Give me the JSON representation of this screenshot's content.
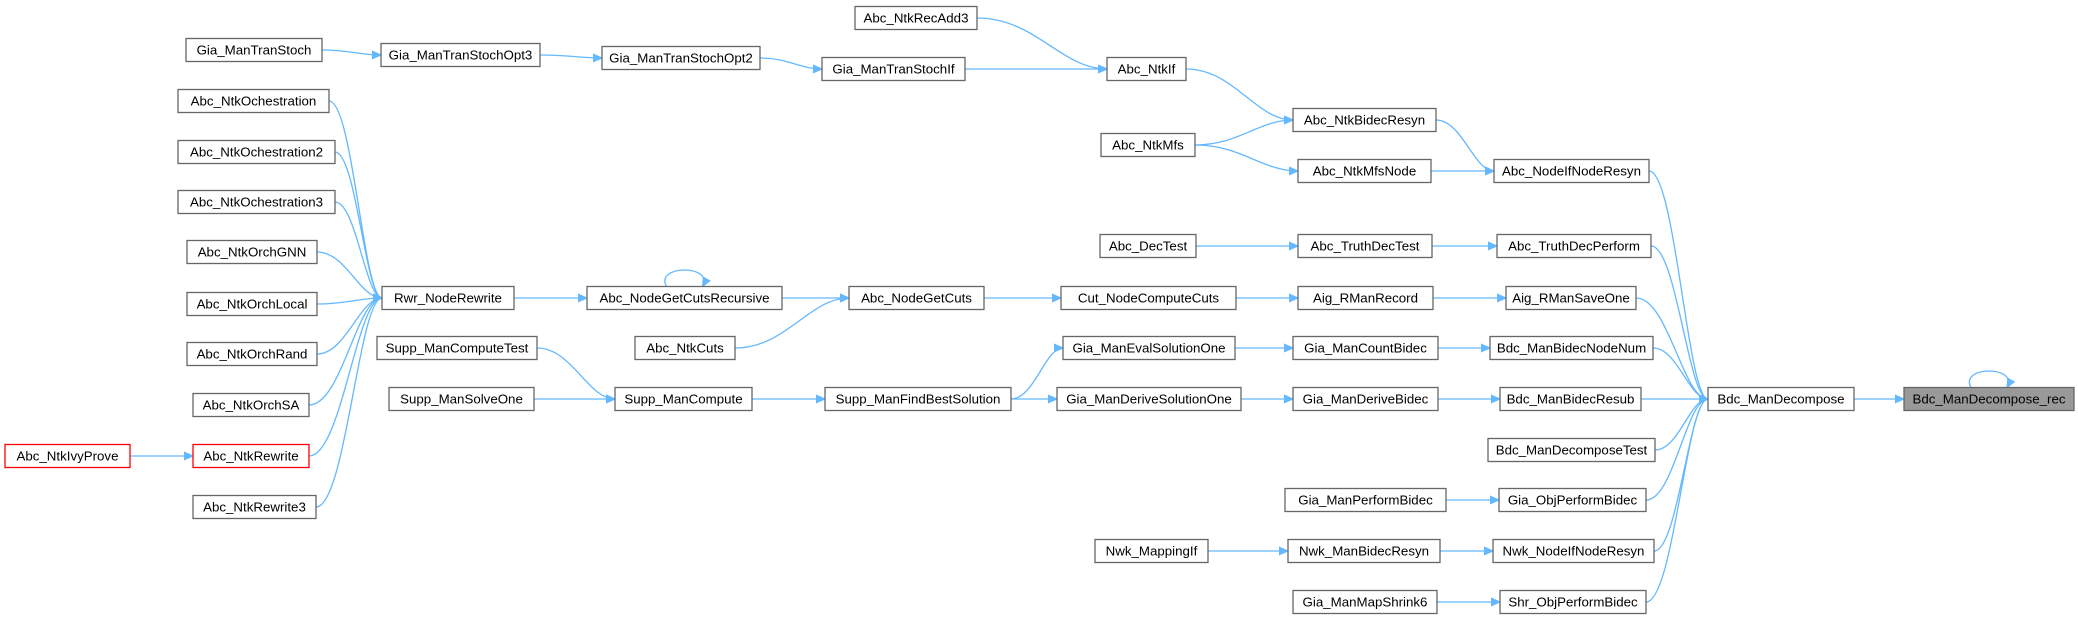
{
  "nodes": {
    "gia_mantranstoch": "Gia_ManTranStoch",
    "gia_mantranstochopt3": "Gia_ManTranStochOpt3",
    "gia_mantranstochopt2": "Gia_ManTranStochOpt2",
    "abc_ntkrecadd3": "Abc_NtkRecAdd3",
    "gia_mantranstochif": "Gia_ManTranStochIf",
    "abc_ntkif": "Abc_NtkIf",
    "abc_ntkochestration": "Abc_NtkOchestration",
    "abc_ntkochestration2": "Abc_NtkOchestration2",
    "abc_ntkochestration3": "Abc_NtkOchestration3",
    "abc_ntkorchgnn": "Abc_NtkOrchGNN",
    "abc_ntkorchlocal": "Abc_NtkOrchLocal",
    "abc_ntkorchrand": "Abc_NtkOrchRand",
    "abc_ntkorchsa": "Abc_NtkOrchSA",
    "abc_ntkivyprove": "Abc_NtkIvyProve",
    "abc_ntkrewrite": "Abc_NtkRewrite",
    "abc_ntkrewrite3": "Abc_NtkRewrite3",
    "rwr_noderewrite": "Rwr_NodeRewrite",
    "supp_mancomputetest": "Supp_ManComputeTest",
    "supp_mansolveone": "Supp_ManSolveOne",
    "supp_mancompute": "Supp_ManCompute",
    "abc_nodegetcutsrecursive": "Abc_NodeGetCutsRecursive",
    "abc_ntkcuts": "Abc_NtkCuts",
    "abc_nodegetcuts": "Abc_NodeGetCuts",
    "supp_manfindbestsolution": "Supp_ManFindBestSolution",
    "abc_ntkmfs": "Abc_NtkMfs",
    "abc_dectest": "Abc_DecTest",
    "cut_nodecomputecuts": "Cut_NodeComputeCuts",
    "gia_manevalsolutionone": "Gia_ManEvalSolutionOne",
    "gia_manderivesolutionone": "Gia_ManDeriveSolutionOne",
    "abc_ntkbidecresyn": "Abc_NtkBidecResyn",
    "abc_ntkmfsnode": "Abc_NtkMfsNode",
    "abc_truthdectest": "Abc_TruthDecTest",
    "aig_rmanrecord": "Aig_RManRecord",
    "gia_mancountbidec": "Gia_ManCountBidec",
    "gia_manderivebidec": "Gia_ManDeriveBidec",
    "gia_manperformbidec": "Gia_ManPerformBidec",
    "nwk_mappingif": "Nwk_MappingIf",
    "nwk_manbidecresyn": "Nwk_ManBidecResyn",
    "gia_manmapshrink6": "Gia_ManMapShrink6",
    "abc_nodeifnoderesyn": "Abc_NodeIfNodeResyn",
    "abc_truthdecperform": "Abc_TruthDecPerform",
    "aig_rmansaveone": "Aig_RManSaveOne",
    "bdc_manbidecnodenum": "Bdc_ManBidecNodeNum",
    "bdc_manbidecresub": "Bdc_ManBidecResub",
    "bdc_mandecomposetest": "Bdc_ManDecomposeTest",
    "gia_objperformbidec": "Gia_ObjPerformBidec",
    "nwk_nodeifnoderesyn": "Nwk_NodeIfNodeResyn",
    "shr_objperformbidec": "Shr_ObjPerformBidec",
    "bdc_mandecompose": "Bdc_ManDecompose",
    "bdc_mandecompose_rec": "Bdc_ManDecompose_rec"
  },
  "colors": {
    "edge": "#63b8ff",
    "node_border": "#666666",
    "highlight_border": "#ff0000",
    "target_fill": "#999999"
  }
}
